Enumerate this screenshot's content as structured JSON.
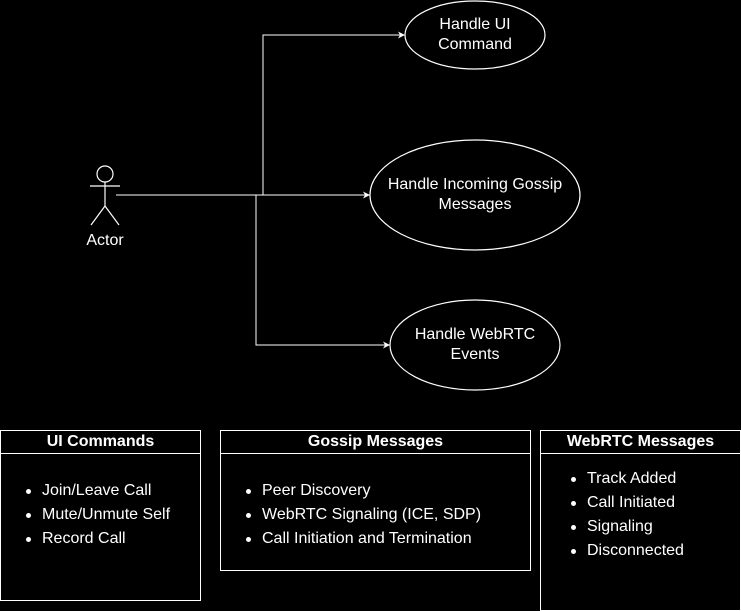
{
  "colors": {
    "background": "#000000",
    "stroke": "#ffffff",
    "text": "#ffffff"
  },
  "actor": {
    "label": "Actor"
  },
  "use_cases": {
    "ui_command": "Handle UI\nCommand",
    "gossip": "Handle Incoming Gossip\nMessages",
    "webrtc": "Handle WebRTC\nEvents"
  },
  "boxes": {
    "ui_commands": {
      "title": "UI Commands",
      "items": [
        "Join/Leave Call",
        "Mute/Unmute Self",
        "Record Call"
      ]
    },
    "gossip_messages": {
      "title": "Gossip Messages",
      "items": [
        "Peer Discovery",
        "WebRTC Signaling (ICE, SDP)",
        "Call Initiation and Termination"
      ]
    },
    "webrtc_messages": {
      "title": "WebRTC Messages",
      "items": [
        "Track Added",
        "Call Initiated",
        "Signaling",
        "Disconnected"
      ]
    }
  }
}
